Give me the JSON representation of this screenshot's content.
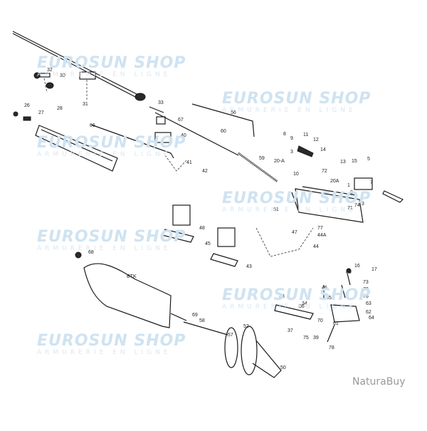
{
  "watermark": {
    "brand": "EUROSUN SHOP",
    "tagline": "ARMURERIE EN LIGNE",
    "tagline_alt": "ARMURER E EN LIGNE"
  },
  "brand_logo": "NaturaBuy",
  "stock_label": "BTK",
  "part_labels": [
    "32",
    "30",
    "31",
    "33",
    "26",
    "27",
    "28",
    "66",
    "67",
    "40",
    "41",
    "42",
    "60",
    "56",
    "59",
    "8",
    "9",
    "11",
    "12",
    "14",
    "3",
    "20-A",
    "13",
    "15",
    "5",
    "72",
    "10",
    "20A",
    "1",
    "2",
    "7",
    "74",
    "73",
    "71",
    "51",
    "48",
    "45",
    "43",
    "47",
    "44A",
    "44",
    "77",
    "68",
    "16",
    "17",
    "73",
    "79",
    "76",
    "63",
    "64",
    "62",
    "36",
    "34",
    "35",
    "46",
    "39",
    "38",
    "37",
    "75",
    "80",
    "61",
    "78",
    "70",
    "69",
    "58",
    "57",
    "52",
    "50"
  ],
  "colors": {
    "ink": "#1a1a1a",
    "watermark": "#cfe3f1",
    "brand_logo": "#9a9a9a"
  }
}
